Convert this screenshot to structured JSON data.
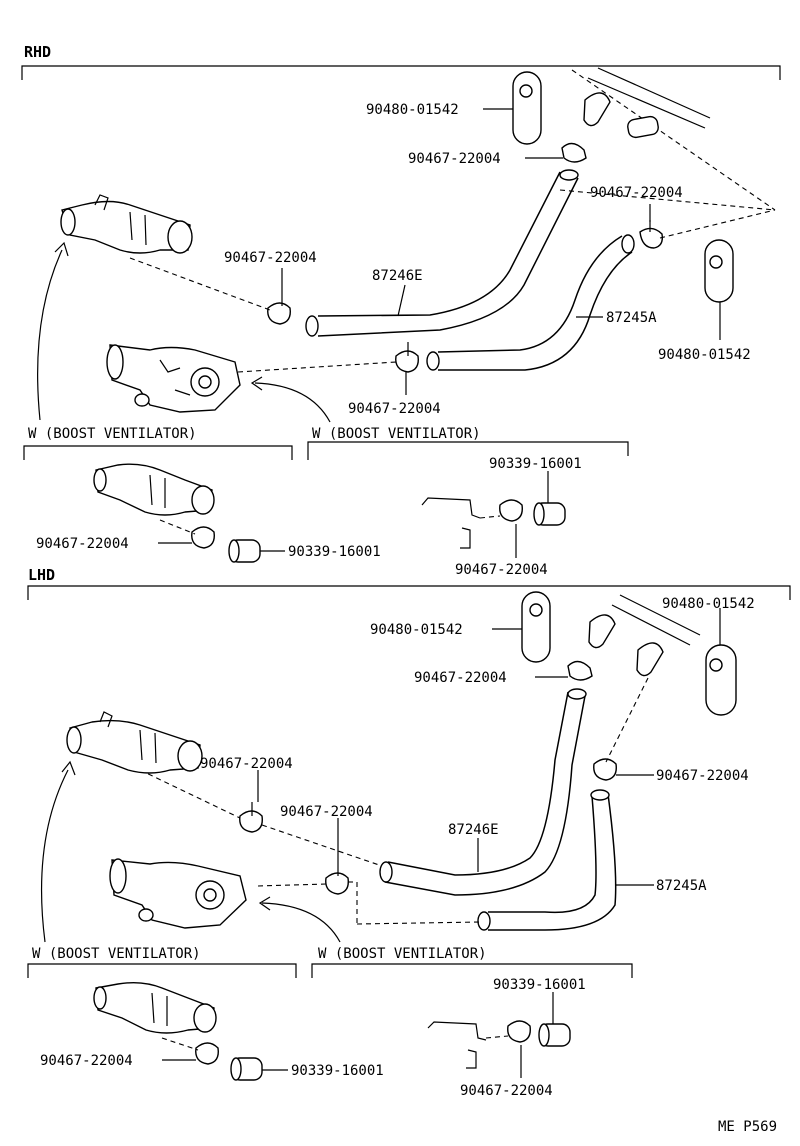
{
  "sections": {
    "rhd": "RHD",
    "lhd": "LHD"
  },
  "rhd": {
    "cap_top": "90480-01542",
    "clamp_top": "90467-22004",
    "clamp_right": "90467-22004",
    "clamp_left": "90467-22004",
    "hose_a": "87246E",
    "hose_b": "87245A",
    "cap_right": "90480-01542",
    "clamp_mid": "90467-22004",
    "variant_left": "W (BOOST VENTILATOR)",
    "variant_right": "W (BOOST VENTILATOR)",
    "var_left_clamp": "90467-22004",
    "var_left_plug": "90339-16001",
    "var_right_plug": "90339-16001",
    "var_right_clamp": "90467-22004"
  },
  "lhd": {
    "cap_top": "90480-01542",
    "cap_right": "90480-01542",
    "clamp_top": "90467-22004",
    "clamp_right": "90467-22004",
    "clamp_left": "90467-22004",
    "clamp_mid": "90467-22004",
    "hose_a": "87246E",
    "hose_b": "87245A",
    "variant_left": "W (BOOST VENTILATOR)",
    "variant_right": "W (BOOST VENTILATOR)",
    "var_left_clamp": "90467-22004",
    "var_left_plug": "90339-16001",
    "var_right_plug": "90339-16001",
    "var_right_clamp": "90467-22004"
  },
  "footer": {
    "code": "ME  P569"
  }
}
